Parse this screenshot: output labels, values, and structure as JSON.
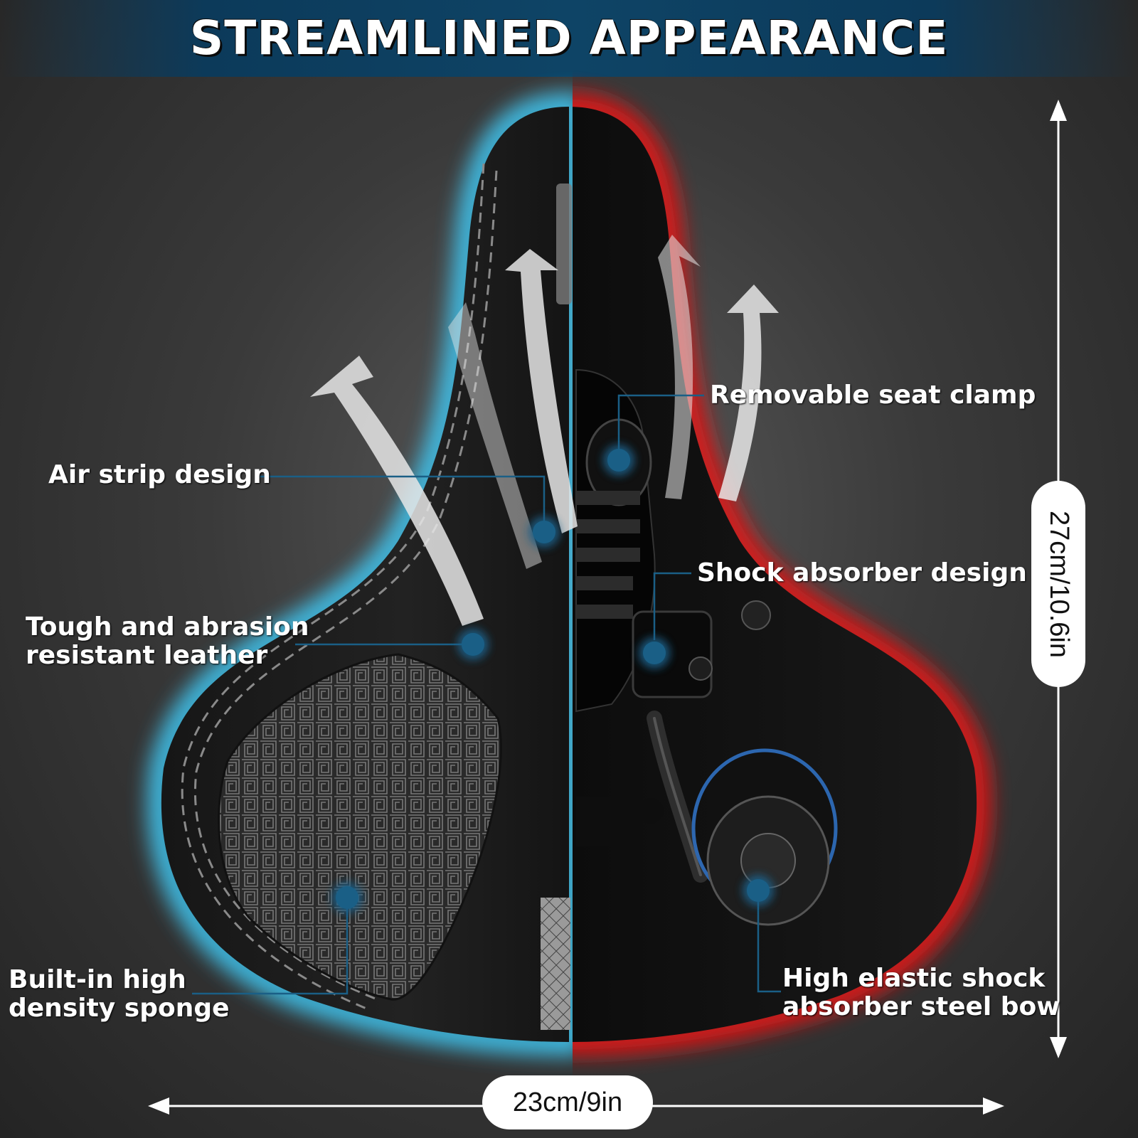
{
  "title": "STREAMLINED APPEARANCE",
  "labels": {
    "air_strip": "Air strip design",
    "leather_line1": "Tough and abrasion",
    "leather_line2": "resistant leather",
    "sponge_line1": "Built-in high",
    "sponge_line2": "density sponge",
    "clamp": "Removable seat clamp",
    "shock": "Shock absorber design",
    "bow_line1": "High elastic shock",
    "bow_line2": "absorber steel bow"
  },
  "dimensions": {
    "width": "23cm/9in",
    "length": "27cm/10.6in"
  },
  "colors": {
    "left_glow": "#3fc4ee",
    "right_glow": "#e01818",
    "callout": "#1a5f86"
  }
}
